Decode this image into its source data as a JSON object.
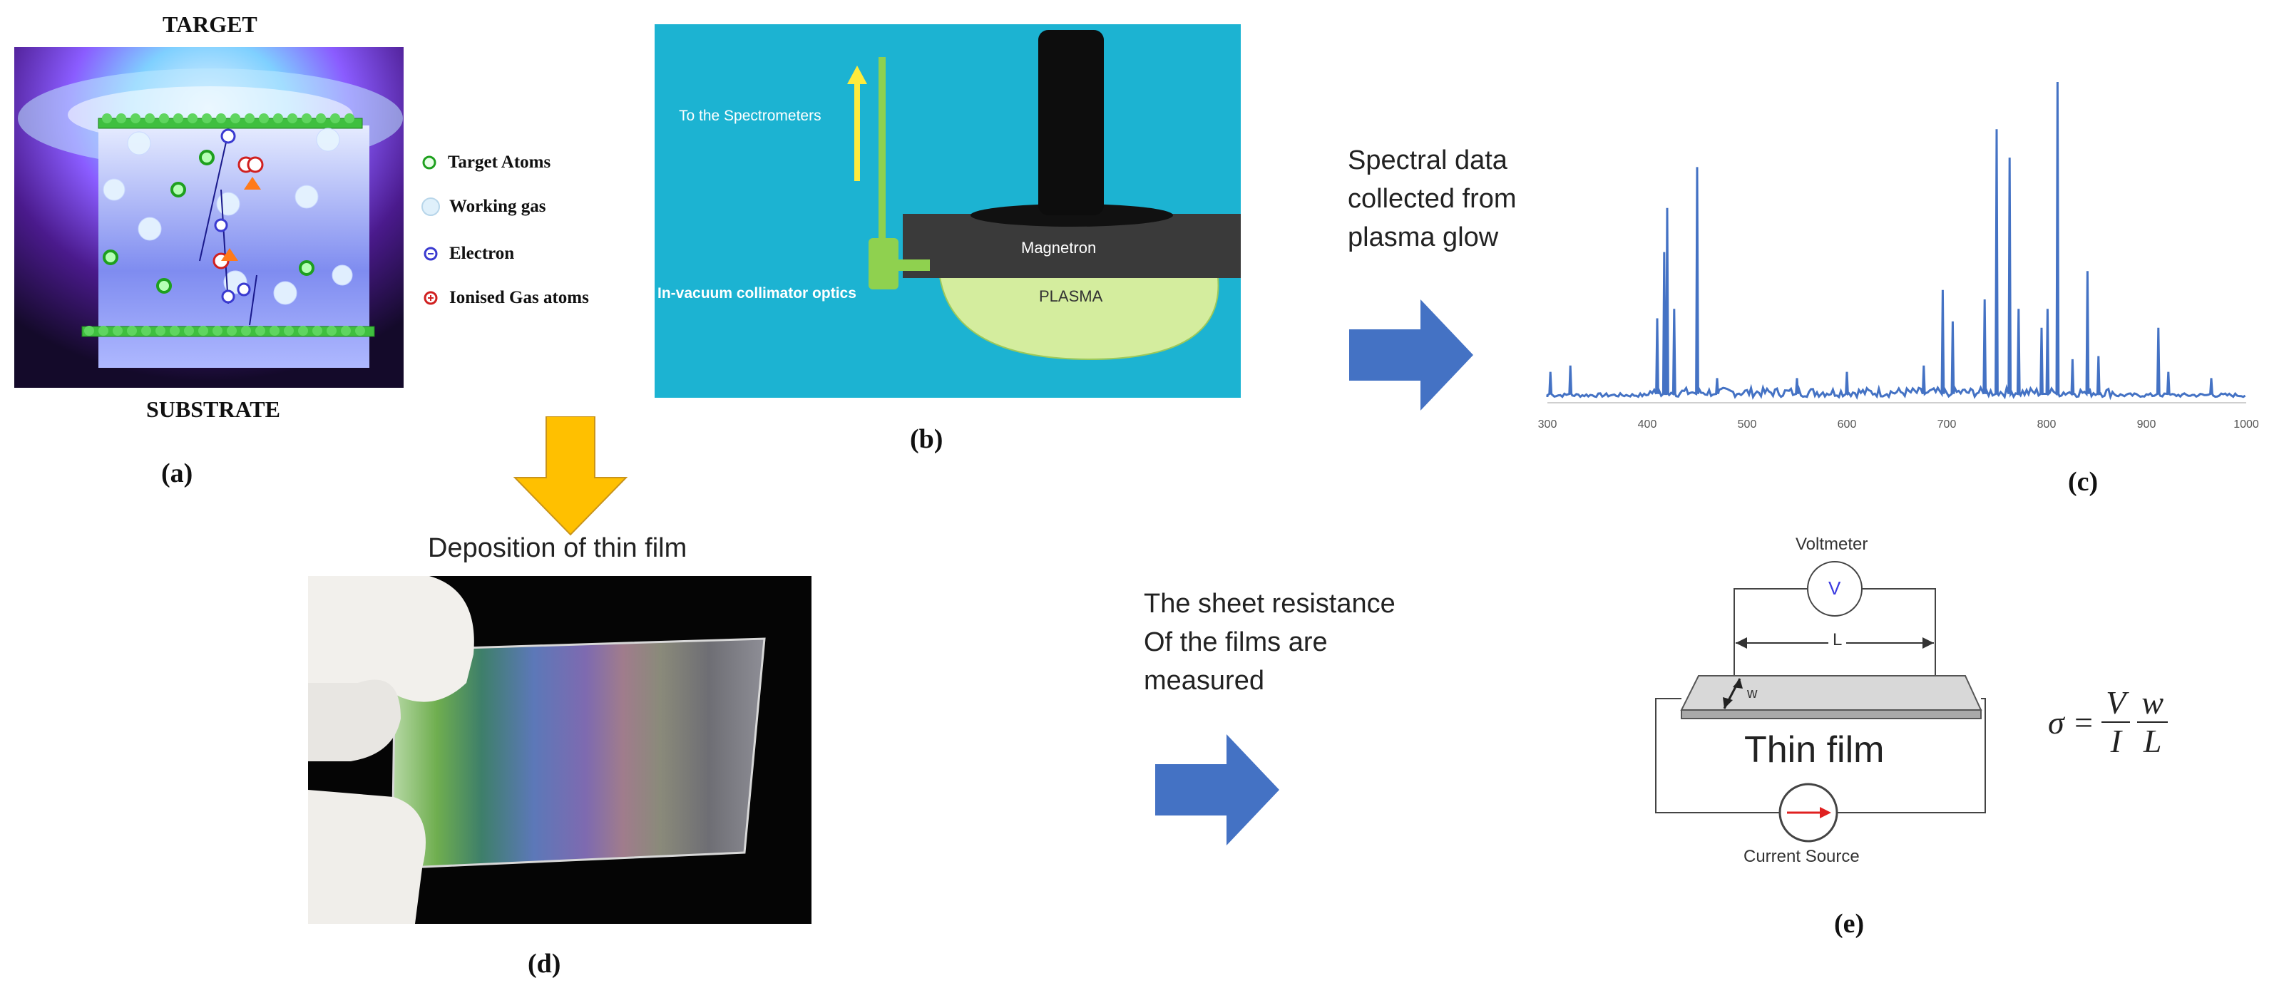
{
  "panel_a": {
    "title_top": "TARGET",
    "title_bottom": "SUBSTRATE",
    "legend": [
      {
        "label": "Target Atoms",
        "icon": "target-atom-icon"
      },
      {
        "label": "Working gas",
        "icon": "working-gas-icon"
      },
      {
        "label": "Electron",
        "icon": "electron-icon"
      },
      {
        "label": "Ionised Gas atoms",
        "icon": "ion-icon"
      }
    ],
    "caption": "(a)"
  },
  "panel_b": {
    "spectrometer_label": "To the Spectrometers",
    "magnetron_label": "Magnetron",
    "plasma_label": "PLASMA",
    "collimator_label": "In-vacuum collimator optics",
    "caption": "(b)"
  },
  "spectral_text": "Spectral data collected from plasma glow",
  "spectral_lines": [
    "Spectral data",
    "collected from",
    "plasma glow"
  ],
  "chart_data": {
    "type": "line",
    "xlim": [
      300,
      1000
    ],
    "x_ticks": [
      "300",
      "400",
      "500",
      "600",
      "700",
      "800",
      "900",
      "1000"
    ],
    "peaks": [
      {
        "x": 303,
        "y": 8
      },
      {
        "x": 323,
        "y": 10
      },
      {
        "x": 410,
        "y": 25
      },
      {
        "x": 417,
        "y": 46
      },
      {
        "x": 420,
        "y": 60
      },
      {
        "x": 427,
        "y": 28
      },
      {
        "x": 450,
        "y": 73
      },
      {
        "x": 470,
        "y": 6
      },
      {
        "x": 550,
        "y": 6
      },
      {
        "x": 600,
        "y": 8
      },
      {
        "x": 677,
        "y": 10
      },
      {
        "x": 696,
        "y": 34
      },
      {
        "x": 706,
        "y": 24
      },
      {
        "x": 738,
        "y": 31
      },
      {
        "x": 750,
        "y": 85
      },
      {
        "x": 763,
        "y": 76
      },
      {
        "x": 772,
        "y": 28
      },
      {
        "x": 795,
        "y": 22
      },
      {
        "x": 801,
        "y": 28
      },
      {
        "x": 811,
        "y": 100
      },
      {
        "x": 826,
        "y": 12
      },
      {
        "x": 841,
        "y": 40
      },
      {
        "x": 852,
        "y": 13
      },
      {
        "x": 912,
        "y": 22
      },
      {
        "x": 922,
        "y": 8
      },
      {
        "x": 965,
        "y": 6
      }
    ],
    "caption": "(c)"
  },
  "arrows": {
    "down_color": "#FFC000",
    "right_color": "#4472C4"
  },
  "panel_d": {
    "title": "Deposition of thin film",
    "caption": "(d)"
  },
  "sheet_text_lines": [
    "The sheet resistance",
    "Of the films are",
    "measured"
  ],
  "panel_e": {
    "voltmeter_label": "Voltmeter",
    "voltmeter_symbol": "V",
    "length_label": "L",
    "width_label": "w",
    "film_label": "Thin film",
    "source_label": "Current Source",
    "formula_sigma": "σ =",
    "formula_V": "V",
    "formula_I": "I",
    "formula_w": "w",
    "formula_L": "L",
    "caption": "(e)"
  }
}
